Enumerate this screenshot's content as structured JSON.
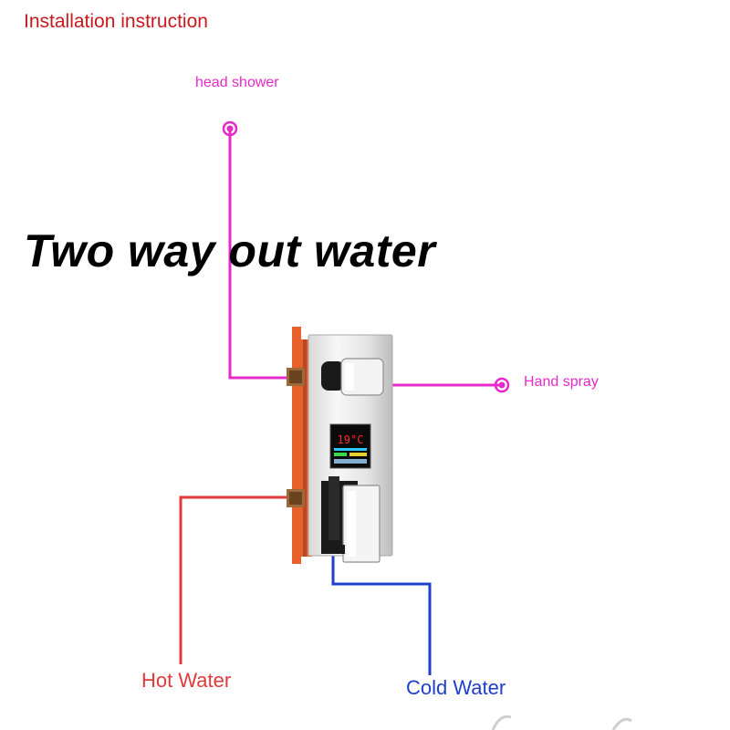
{
  "title": "Installation instruction",
  "headline": "Two way out water",
  "labels": {
    "head_shower": "head shower",
    "hand_spray": "Hand spray",
    "hot_water": "Hot Water",
    "cold_water": "Cold Water"
  },
  "display": {
    "temperature": "19°C"
  },
  "colors": {
    "outlet_pipe": "#e629c9",
    "hot_pipe": "#e23a3a",
    "cold_pipe": "#1f3fc9",
    "title": "#c8191e",
    "mounting_box": "#e8602c"
  }
}
